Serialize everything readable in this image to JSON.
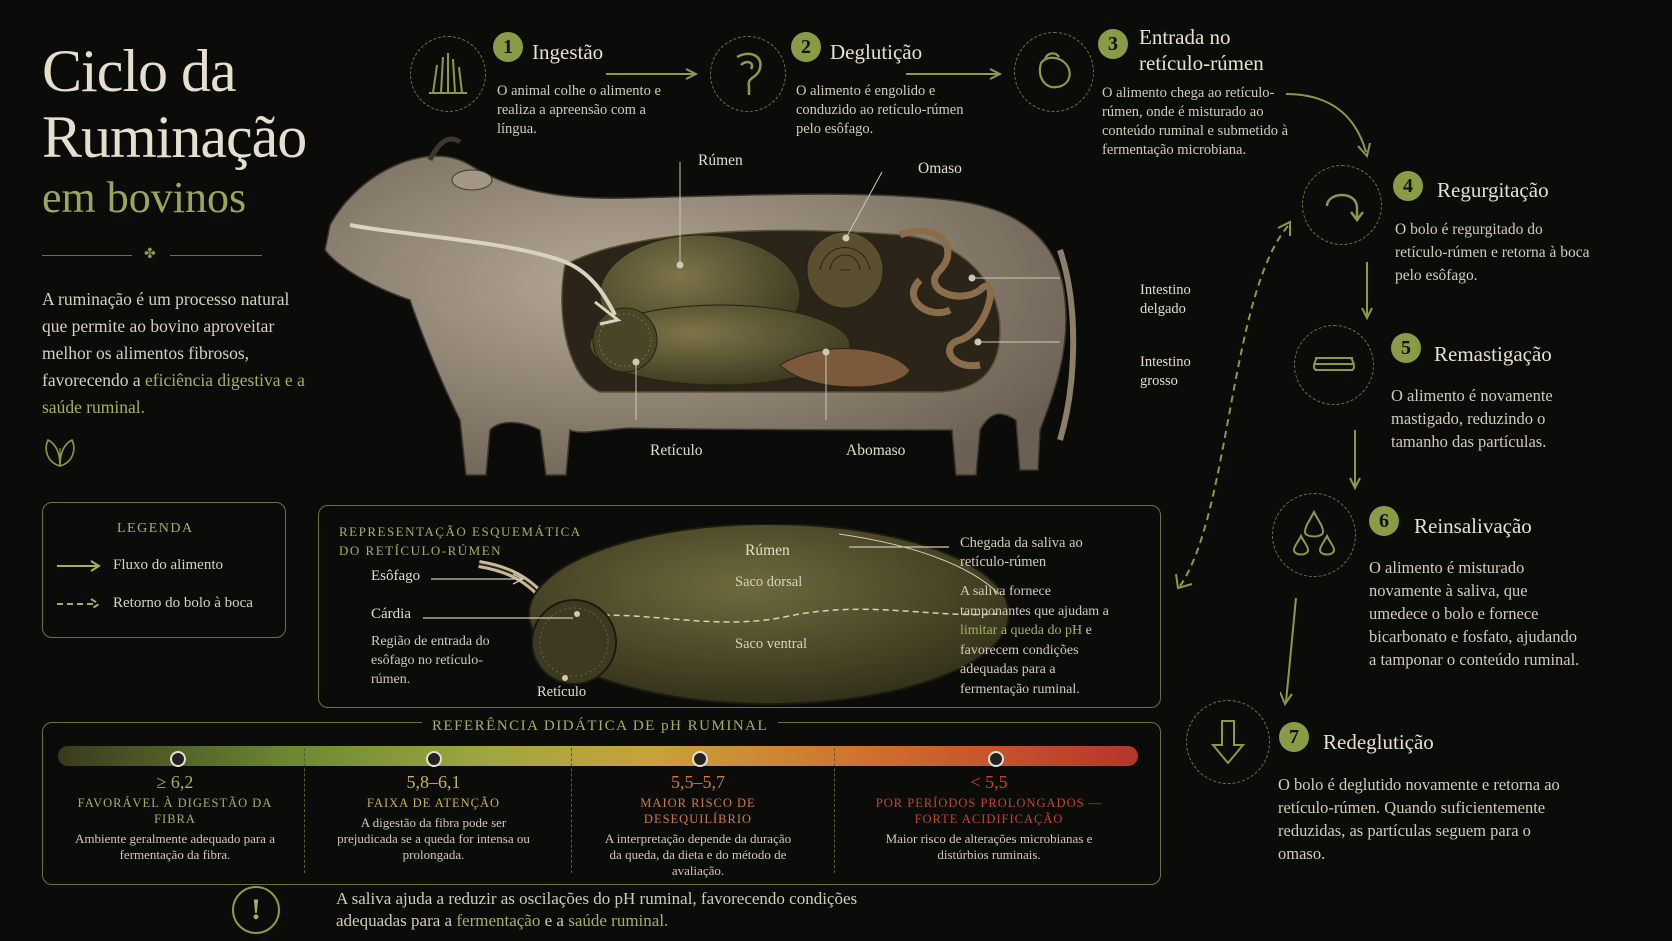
{
  "title": {
    "line1": "Ciclo da",
    "line2": "Ruminação",
    "line3": "em bovinos"
  },
  "intro": {
    "text": "A ruminação é um processo natural que permite ao bovino aproveitar melhor os alimentos fibrosos, favorecendo a ",
    "highlight": "eficiência digestiva e a saúde ruminal."
  },
  "steps": [
    {
      "num": "1",
      "title": "Ingestão",
      "desc": "O animal colhe o alimento e realiza a apreensão com a língua.",
      "icon": "grass-icon"
    },
    {
      "num": "2",
      "title": "Deglutição",
      "desc": "O alimento é engolido e conduzido ao retículo-rúmen pelo esôfago.",
      "icon": "throat-icon"
    },
    {
      "num": "3",
      "title": "Entrada no retículo-rúmen",
      "title_a": "Entrada no",
      "title_b": "retículo-rúmen",
      "desc": "O alimento chega ao retículo-rúmen, onde é misturado ao conteúdo ruminal e submetido à fermentação microbiana.",
      "icon": "stomach-icon"
    },
    {
      "num": "4",
      "title": "Regurgitação",
      "desc": "O bolo é regurgitado do retículo-rúmen e retorna à boca pelo esôfago.",
      "icon": "return-arrow-icon"
    },
    {
      "num": "5",
      "title": "Remastigação",
      "desc": "O alimento é novamente mastigado, reduzindo o tamanho das partículas.",
      "icon": "chewing-icon"
    },
    {
      "num": "6",
      "title": "Reinsalivação",
      "desc": "O alimento é misturado novamente à saliva, que umedece o bolo e fornece bicarbonato e fosfato, ajudando a tamponar o conteúdo ruminal.",
      "icon": "drops-icon"
    },
    {
      "num": "7",
      "title": "Redeglutição",
      "desc": "O bolo é deglutido novamente e retorna ao retículo-rúmen. Quando suficientemente reduzidas, as partículas seguem para o omaso.",
      "icon": "down-arrow-icon"
    }
  ],
  "anatomy": {
    "rumen": "Rúmen",
    "omaso": "Omaso",
    "reticulo": "Retículo",
    "abomaso": "Abomaso",
    "intestino_delgado": "Intestino delgado",
    "intestino_grosso": "Intestino grosso"
  },
  "legend": {
    "title": "LEGENDA",
    "flow": "Fluxo do alimento",
    "return": "Retorno do bolo à boca"
  },
  "schema": {
    "title_a": "REPRESENTAÇÃO ESQUEMÁTICA",
    "title_b": "DO RETÍCULO-RÚMEN",
    "esofago": "Esôfago",
    "cardia": "Cárdia",
    "cardia_desc": "Região de entrada do esôfago no retículo-rúmen.",
    "rumen": "Rúmen",
    "saco_dorsal": "Saco dorsal",
    "saco_ventral": "Saco ventral",
    "reticulo": "Retículo",
    "saliva_title": "Chegada da saliva ao retículo-rúmen",
    "saliva_text_a": "A saliva fornece tamponantes que ajudam a ",
    "saliva_hl": "limitar a queda do pH",
    "saliva_text_b": " e favorecem condições adequadas para a fermentação ruminal."
  },
  "ph": {
    "title": "REFERÊNCIA DIDÁTICA DE pH RUMINAL",
    "ranges": [
      {
        "value": "≥ 6,2",
        "cap": "FAVORÁVEL À DIGESTÃO DA FIBRA",
        "desc": "Ambiente geralmente adequado para a fermentação da fibra.",
        "color": "#a5b060"
      },
      {
        "value": "5,8–6,1",
        "cap": "FAIXA DE ATENÇÃO",
        "desc": "A digestão da fibra pode ser prejudicada se a queda for intensa ou prolongada.",
        "color": "#c9b25a"
      },
      {
        "value": "5,5–5,7",
        "cap": "MAIOR RISCO DE DESEQUILÍBRIO",
        "desc": "A interpretação depende da duração da queda, da dieta e do método de avaliação.",
        "color": "#d07a3a"
      },
      {
        "value": "< 5,5",
        "cap": "POR PERÍODOS PROLONGADOS — FORTE ACIDIFICAÇÃO",
        "desc": "Maior risco de alterações microbianas e distúrbios ruminais.",
        "color": "#c2452e"
      }
    ]
  },
  "note": {
    "text_a": "A saliva ajuda a reduzir as oscilações do pH ruminal, favorecendo condições",
    "text_b": "adequadas para a ",
    "hl1": "fermentação",
    "text_c": " e a ",
    "hl2": "saúde ruminal."
  }
}
